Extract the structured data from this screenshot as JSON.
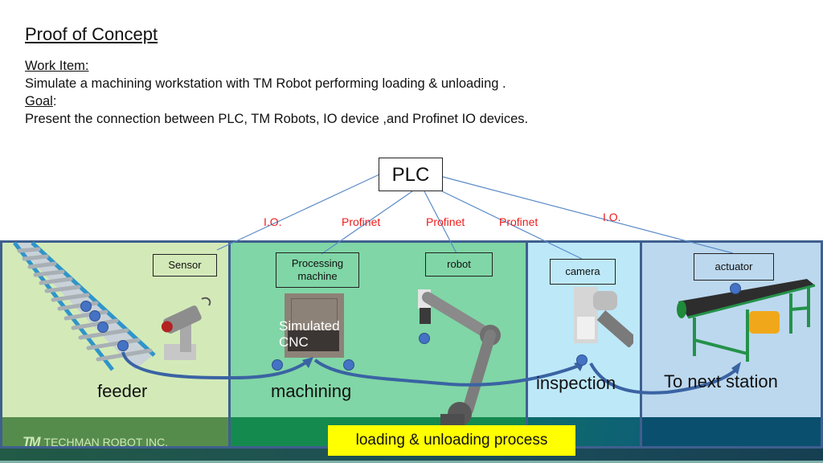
{
  "title": "Proof of Concept",
  "work_item": {
    "heading": "Work Item:",
    "text": "Simulate a machining workstation with TM Robot performing loading & unloading ."
  },
  "goal": {
    "heading": "Goal",
    "colon": ":",
    "text": "Present the connection between PLC, TM Robots, IO device ,and Profinet IO devices."
  },
  "diagram": {
    "controller": "PLC",
    "connections": [
      {
        "protocol": "I.O.",
        "target": "Sensor"
      },
      {
        "protocol": "Profinet",
        "target": "Processing machine"
      },
      {
        "protocol": "Profinet",
        "target": "robot"
      },
      {
        "protocol": "Profinet",
        "target": "camera"
      },
      {
        "protocol": "I.O.",
        "target": "actuator"
      }
    ],
    "devices": {
      "sensor": "Sensor",
      "processing_machine_line1": "Processing",
      "processing_machine_line2": "machine",
      "robot": "robot",
      "camera": "camera",
      "actuator": "actuator"
    },
    "cnc_overlay_line1": "Simulated",
    "cnc_overlay_line2": "CNC",
    "zones": [
      {
        "name": "feeder",
        "color": "#d3eab8"
      },
      {
        "name": "machining",
        "color": "#80d6a6"
      },
      {
        "name": "inspection",
        "color": "#bde8f8"
      },
      {
        "name": "To next station",
        "color": "#bcd8ee"
      }
    ],
    "process_label": "loading & unloading process",
    "connection_line_color": "#5b8ac6",
    "protocol_label_color": "#ee1c1c",
    "flow_arrow_color": "#3a63a3"
  },
  "footer": {
    "logo_mark": "TM",
    "company": "TECHMAN ROBOT INC."
  }
}
